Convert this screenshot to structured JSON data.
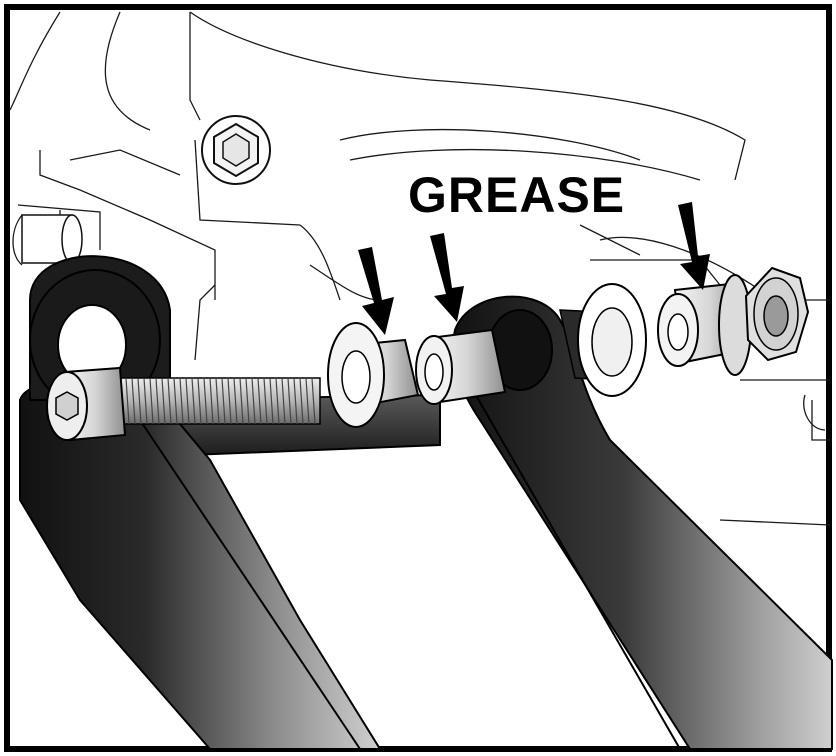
{
  "callout": {
    "label": "GREASE",
    "arrow_count": 3
  },
  "components": [
    {
      "name": "socket-head-cap-screw",
      "icon": "cap-screw-icon"
    },
    {
      "name": "flanged-bushing",
      "icon": "flanged-bushing-icon"
    },
    {
      "name": "sleeve-bushing",
      "icon": "sleeve-bushing-icon"
    },
    {
      "name": "flat-washer",
      "icon": "washer-icon"
    },
    {
      "name": "outer-flanged-bushing",
      "icon": "flanged-bushing-icon"
    },
    {
      "name": "hex-lock-nut",
      "icon": "hex-nut-icon"
    }
  ],
  "colors": {
    "frame": "#000000",
    "background": "#ffffff",
    "linework": "#1a1a1a",
    "arm_dark": "#1c1c1c",
    "arm_light": "#bdbdbd",
    "metal_light": "#f2f2f2",
    "metal_mid": "#a8a8a8"
  }
}
